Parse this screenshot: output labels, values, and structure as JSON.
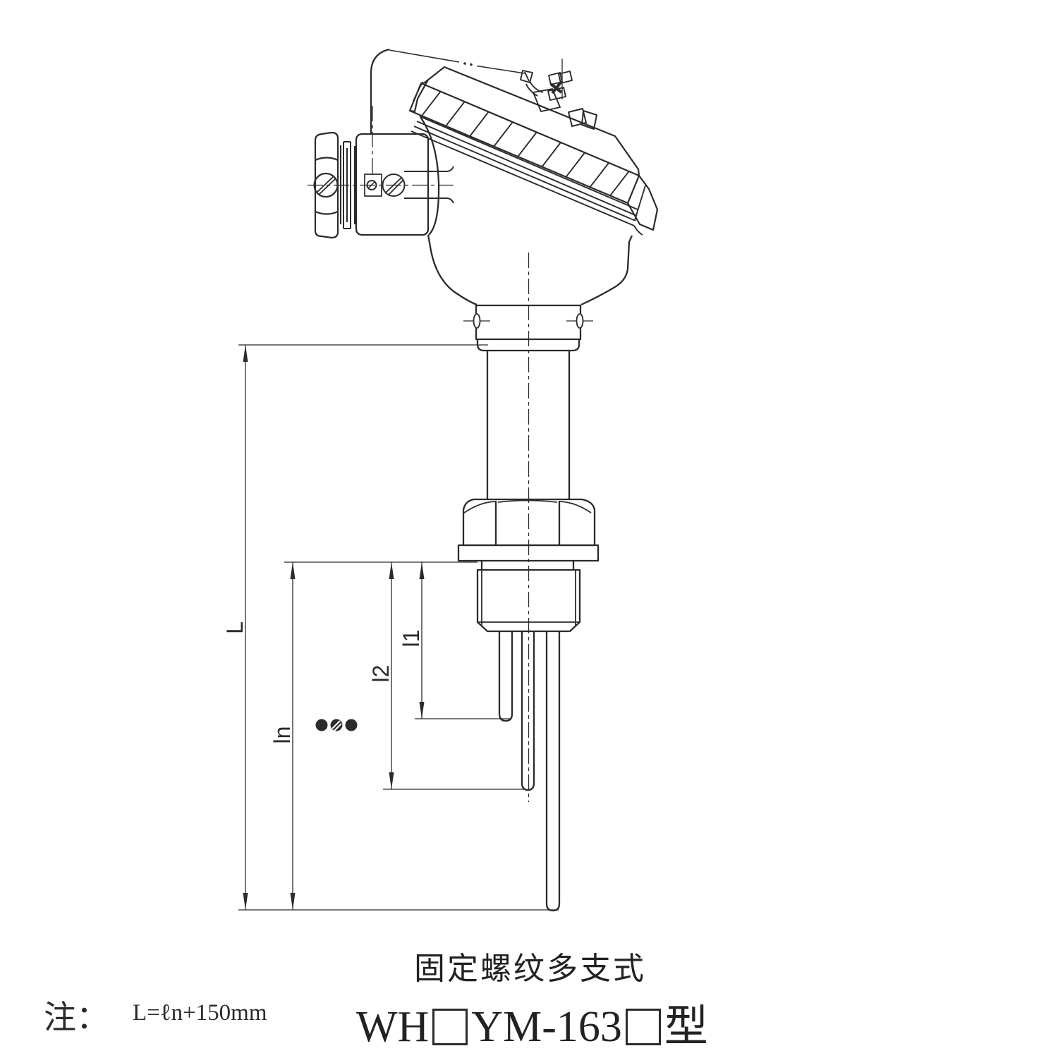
{
  "page": {
    "background": "#ffffff",
    "line_color": "#2b2b2b"
  },
  "figure": {
    "caption": "固定螺纹多支式",
    "model_code": {
      "full": "WH□YM-163□型",
      "prefix": "WH",
      "middle": "YM-163",
      "suffix": "型"
    },
    "note": {
      "label": "注：",
      "formula": "L=ℓn+150mm"
    },
    "dimension_labels": {
      "overall_length": "L",
      "insertion_length": "ln",
      "probe2_length": "l2",
      "probe1_length": "l1"
    }
  }
}
